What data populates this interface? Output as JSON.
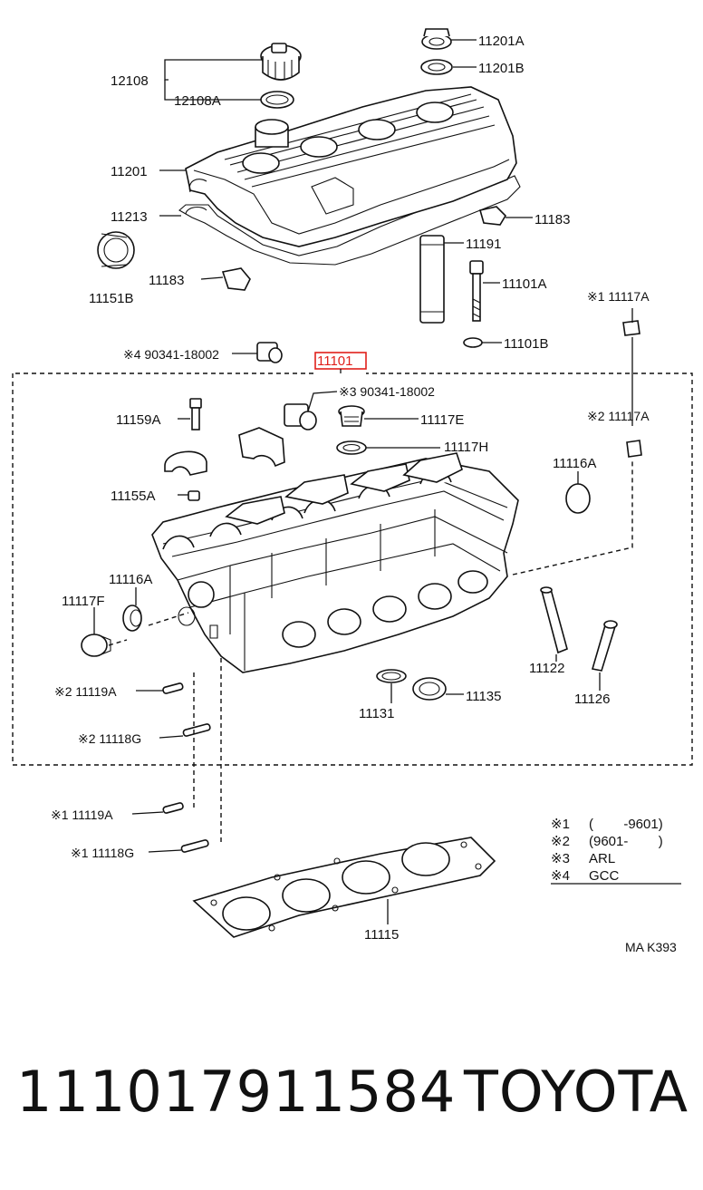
{
  "diagram": {
    "labels": {
      "p12108": "12108",
      "p12108A": "12108A",
      "p11201A": "11201A",
      "p11201B": "11201B",
      "p11201": "11201",
      "p11213": "11213",
      "p11183_right": "11183",
      "p11183_left": "11183",
      "p11191": "11191",
      "p11151B": "11151B",
      "p11101A": "11101A",
      "p11101B": "11101B",
      "p11117A_1": "※1 11117A",
      "p90341_4": "※4 90341-18002",
      "p11101": "11101",
      "p90341_3": "※3 90341-18002",
      "p11159A": "11159A",
      "p11117E": "11117E",
      "p11117A_2": "※2 11117A",
      "p11117H": "11117H",
      "p11116A_right": "11116A",
      "p11155A": "11155A",
      "p11116A_left": "11116A",
      "p11117F": "11117F",
      "p11122": "11122",
      "p11126": "11126",
      "p11119A_2": "※2 11119A",
      "p11135": "11135",
      "p11131": "11131",
      "p11118G_2": "※2 11118G",
      "p11119A_1": "※1 11119A",
      "p11118G_1": "※1 11118G",
      "p11115": "11115",
      "drawing_code": "MA K393"
    },
    "notes": [
      {
        "mark": "※1",
        "text": "(        -9601)"
      },
      {
        "mark": "※2",
        "text": "(9601-        )"
      },
      {
        "mark": "※3",
        "text": "ARL"
      },
      {
        "mark": "※4",
        "text": "GCC"
      }
    ],
    "highlight_color": "#e0201b"
  },
  "caption": {
    "part_number": "111017911584",
    "brand": "TOYOTA"
  }
}
